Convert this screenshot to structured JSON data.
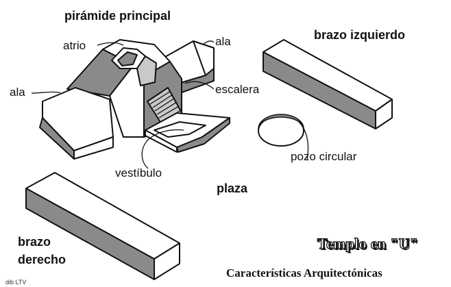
{
  "labels": {
    "main_pyramid": "pirámide principal",
    "atrium": "atrio",
    "wing_right": "ala",
    "wing_left": "ala",
    "staircase": "escalera",
    "vestibule": "vestíbulo",
    "left_arm": "brazo izquierdo",
    "circular_well": "pozo circular",
    "plaza": "plaza",
    "right_arm_line1": "brazo",
    "right_arm_line2": "derecho",
    "title": "Templo en \"U\"",
    "subtitle": "Características Arquitectónicas",
    "credit": "dib LTV"
  },
  "colors": {
    "outline": "#111111",
    "dark_shade": "#8a8a8a",
    "mid_shade": "#c9c9c9",
    "light_face": "#ffffff"
  }
}
